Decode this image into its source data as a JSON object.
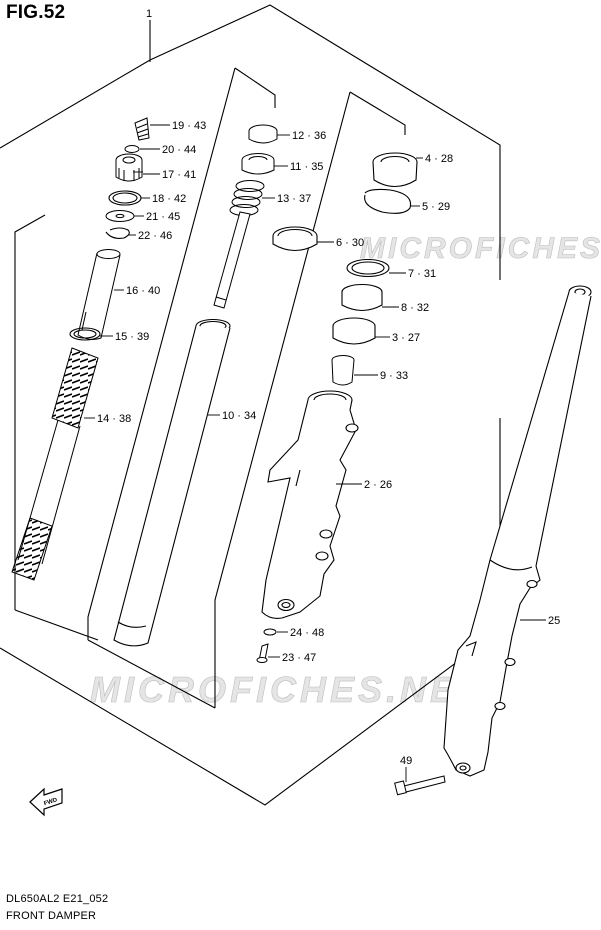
{
  "figure": {
    "title": "FIG.52",
    "diagram_code": "DL650AL2 E21_052",
    "diagram_name": "FRONT DAMPER",
    "watermark": "MICROFICHES.NET",
    "fwd_label": "FWD",
    "main_assembly_ref": "1"
  },
  "callouts": [
    {
      "id": "19-43",
      "label": "19 · 43"
    },
    {
      "id": "20-44",
      "label": "20 · 44"
    },
    {
      "id": "17-41",
      "label": "17 · 41"
    },
    {
      "id": "18-42",
      "label": "18 · 42"
    },
    {
      "id": "21-45",
      "label": "21 · 45"
    },
    {
      "id": "22-46",
      "label": "22 · 46"
    },
    {
      "id": "16-40",
      "label": "16 · 40"
    },
    {
      "id": "15-39",
      "label": "15 · 39"
    },
    {
      "id": "14-38",
      "label": "14 · 38"
    },
    {
      "id": "12-36",
      "label": "12 · 36"
    },
    {
      "id": "11-35",
      "label": "11 · 35"
    },
    {
      "id": "13-37",
      "label": "13 · 37"
    },
    {
      "id": "10-34",
      "label": "10 · 34"
    },
    {
      "id": "4-28",
      "label": "4 · 28"
    },
    {
      "id": "5-29",
      "label": "5 · 29"
    },
    {
      "id": "6-30",
      "label": "6 · 30"
    },
    {
      "id": "7-31",
      "label": "7 · 31"
    },
    {
      "id": "8-32",
      "label": "8 · 32"
    },
    {
      "id": "3-27",
      "label": "3 · 27"
    },
    {
      "id": "9-33",
      "label": "9 · 33"
    },
    {
      "id": "2-26",
      "label": "2 · 26"
    },
    {
      "id": "24-48",
      "label": "24 · 48"
    },
    {
      "id": "23-47",
      "label": "23 · 47"
    },
    {
      "id": "25",
      "label": "25"
    },
    {
      "id": "49",
      "label": "49"
    }
  ]
}
